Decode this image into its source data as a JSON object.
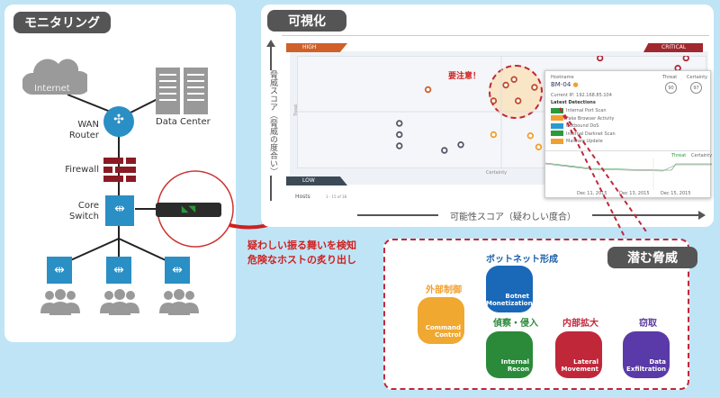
{
  "monitoring": {
    "title": "モニタリング",
    "internet": "Internet",
    "data_center": "Data Center",
    "wan_router": "WAN\nRouter",
    "firewall": "Firewall",
    "core_switch": "Core\nSwitch"
  },
  "visualization": {
    "title": "可視化",
    "y_axis": "脅威スコア（脅威の度合い）",
    "x_axis": "可能性スコア（疑わしい度合）",
    "high": "HIGH",
    "critical": "CRITICAL",
    "low": "LOW",
    "threat_label": "Threat",
    "certainty_label": "Certainty",
    "hosts": "Hosts",
    "hosts_range": "1 - 15 of 38",
    "attention": "要注意！",
    "popup": {
      "hostname_label": "Hostname",
      "hostname": "BM-04",
      "current_ip": "Current IP: 192.168.85.104",
      "threat_label": "Threat",
      "threat": "90",
      "certainty_label": "Certainty",
      "certainty": "97",
      "latest": "Latest Detections",
      "detections": [
        {
          "name": "Internal Port Scan",
          "color": "#2a9a3a"
        },
        {
          "name": "Fake Browser Activity",
          "color": "#f0a030"
        },
        {
          "name": "Outbound DoS",
          "color": "#2a9ad0"
        },
        {
          "name": "Internal Darknet Scan",
          "color": "#2a9a3a"
        },
        {
          "name": "Malware Update",
          "color": "#f0a030"
        }
      ],
      "chart_threat": "Threat",
      "chart_certainty": "Certainty",
      "dates": [
        "Dec 11, 2015",
        "Dec 13, 2015",
        "Dec 15, 2015"
      ]
    }
  },
  "chart_data": {
    "type": "scatter",
    "xlabel": "Certainty",
    "ylabel": "Threat",
    "xlim": [
      0,
      100
    ],
    "ylim": [
      0,
      100
    ],
    "points": [
      {
        "x": 74,
        "y": 98,
        "c": "#b02a3a"
      },
      {
        "x": 95,
        "y": 98,
        "c": "#b02a3a"
      },
      {
        "x": 93,
        "y": 89,
        "c": "#b02a3a"
      },
      {
        "x": 32,
        "y": 70,
        "c": "#d0602a"
      },
      {
        "x": 51,
        "y": 74,
        "c": "#c04a30"
      },
      {
        "x": 53,
        "y": 79,
        "c": "#c04a30"
      },
      {
        "x": 58,
        "y": 72,
        "c": "#c04a30"
      },
      {
        "x": 48,
        "y": 60,
        "c": "#c04a30"
      },
      {
        "x": 54,
        "y": 60,
        "c": "#c04a30"
      },
      {
        "x": 25,
        "y": 40,
        "c": "#556"
      },
      {
        "x": 25,
        "y": 30,
        "c": "#556"
      },
      {
        "x": 25,
        "y": 20,
        "c": "#556"
      },
      {
        "x": 36,
        "y": 16,
        "c": "#556"
      },
      {
        "x": 40,
        "y": 21,
        "c": "#556"
      },
      {
        "x": 48,
        "y": 30,
        "c": "#f0a030"
      },
      {
        "x": 57,
        "y": 29,
        "c": "#f0a030"
      },
      {
        "x": 59,
        "y": 19,
        "c": "#f0a030"
      }
    ]
  },
  "annotation": {
    "line1": "疑わしい振る舞いを検知",
    "line2": "危険なホストの炙り出し"
  },
  "threats": {
    "title": "潜む脅威",
    "botnet_stage": "ボットネット形成",
    "botnet": "Botnet\nMonetization",
    "cc_stage": "外部制御",
    "cc": "Command\nControl",
    "recon_stage": "偵察・侵入",
    "recon": "Internal\nRecon",
    "lateral_stage": "内部拡大",
    "lateral": "Lateral\nMovement",
    "exfil_stage": "窃取",
    "exfil": "Data\nExfiltration"
  }
}
